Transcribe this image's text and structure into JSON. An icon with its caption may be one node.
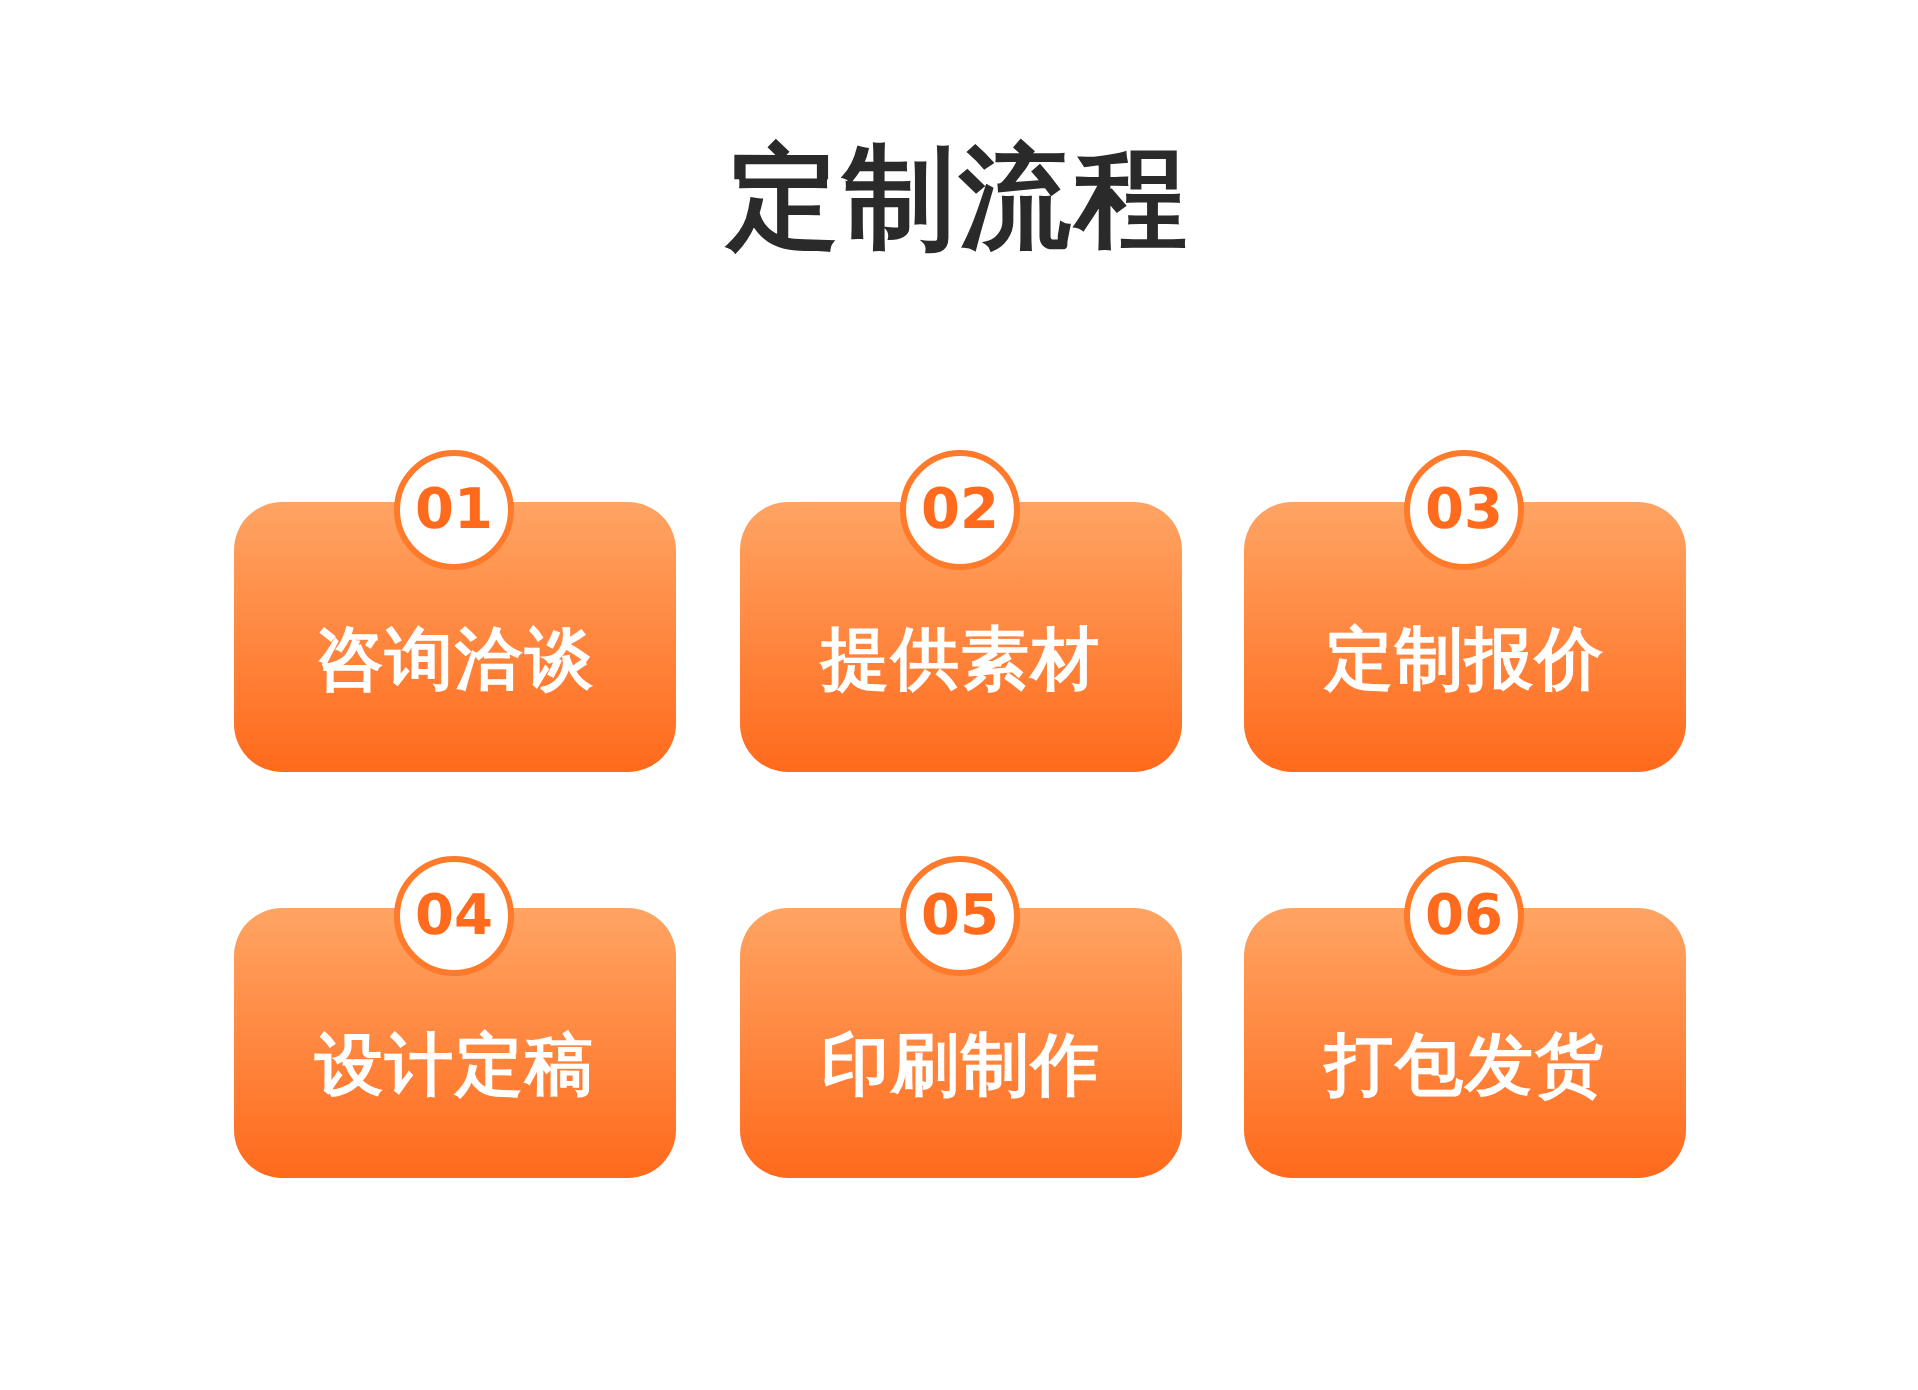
{
  "diagram": {
    "title": "定制流程",
    "nodes": [
      {
        "text": [
          "01",
          "咨询洽谈"
        ]
      },
      {
        "text": [
          "02",
          "提供素材"
        ]
      },
      {
        "text": [
          "03",
          "定制报价"
        ]
      },
      {
        "text": [
          "04",
          "设计定稿"
        ]
      },
      {
        "text": [
          "05",
          "印刷制作"
        ]
      },
      {
        "text": [
          "06",
          "打包发货"
        ]
      }
    ],
    "edges": []
  }
}
